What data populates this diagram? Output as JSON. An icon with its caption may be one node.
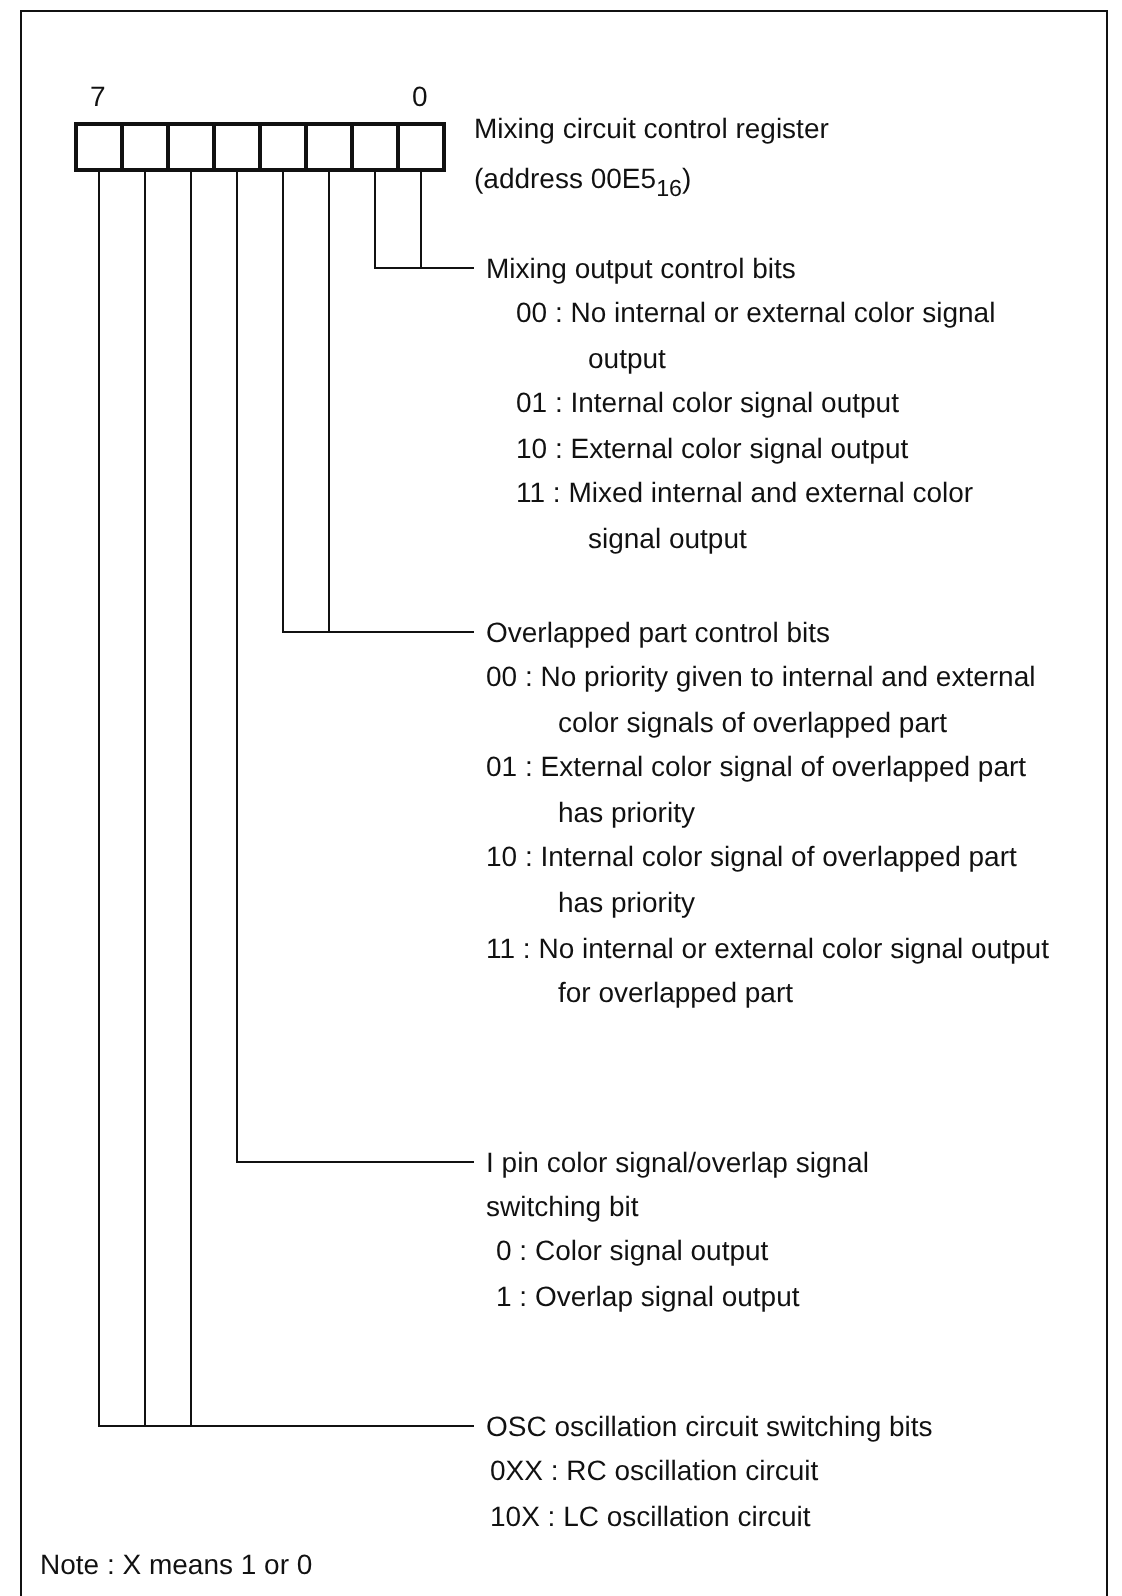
{
  "diagram": {
    "nodes": [
      {
        "text": [
          "Mixing circuit control register (address 00E5$_{16}$)"
        ]
      },
      {
        "text": [],
        "shape": "box",
        "in": 0
      },
      {
        "text": [],
        "shape": "box",
        "in": 0
      },
      {
        "text": [],
        "shape": "box",
        "in": 0
      },
      {
        "text": [],
        "shape": "box",
        "in": 0
      },
      {
        "text": [],
        "shape": "box",
        "in": 0
      },
      {
        "text": [],
        "shape": "box",
        "in": 0
      },
      {
        "text": [],
        "shape": "box",
        "in": 0
      },
      {
        "text": [],
        "shape": "box",
        "in": 0
      },
      {
        "text": [
          "Mixing output control bits",
          "00 : No internal or external color signal output",
          "01 : Internal color signal output",
          "10 : External color signal output",
          "11 : Mixed internal and external color signal output"
        ]
      },
      {
        "text": [
          "Overlapped part control bits",
          "00 : No priority given to internal and external color signals of overlapped part",
          "01 : External color signal of overlapped part has priority",
          "10 : Internal color signal of overlapped part has priority",
          "11 : No internal or external color signal output for overlapped part"
        ]
      },
      {
        "text": [
          "I pin color signal/overlap signal switching bit",
          "0 : Color signal output",
          "1 : Overlap signal output"
        ]
      },
      {
        "text": [
          "OSC oscillation circuit switching bits",
          "0XX : RC oscillation circuit",
          "10X : LC oscillation circuit"
        ]
      }
    ],
    "edges": [
      {
        "from": 9,
        "to": 7,
        "arrow": "none"
      },
      {
        "from": 9,
        "to": 8,
        "arrow": "none"
      },
      {
        "from": 10,
        "to": 5,
        "arrow": "none"
      },
      {
        "from": 10,
        "to": 6,
        "arrow": "none"
      },
      {
        "from": 11,
        "to": 4,
        "arrow": "none"
      },
      {
        "from": 12,
        "to": 1,
        "arrow": "none"
      },
      {
        "from": 12,
        "to": 2,
        "arrow": "none"
      },
      {
        "from": 12,
        "to": 3,
        "arrow": "none"
      }
    ],
    "labels": [
      "7",
      "0",
      "Note : X means 1 or 0"
    ]
  }
}
